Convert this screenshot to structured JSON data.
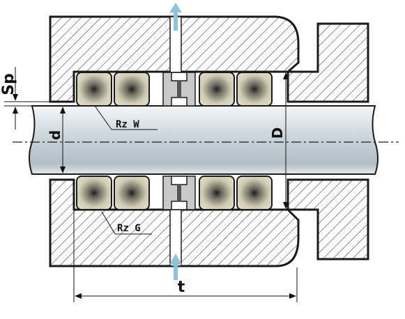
{
  "labels": {
    "sp": "Sp",
    "d": "d",
    "D": "D",
    "t": "t",
    "rz_w": "Rz W",
    "rz_g": "Rz G"
  },
  "colors": {
    "housing_fill": "#ffffff",
    "hatch": "#333333",
    "outline": "#1a1a1a",
    "packing_ring": "#d6d2bd",
    "packing_center": "#2a2a2a",
    "shaft_top": "#eef3f6",
    "shaft_mid": "#b9c6cf",
    "shaft_bottom": "#e7edf1",
    "flow_arrow": "#8fc3dc",
    "lantern_ring": "#c9c9c9"
  },
  "icons": {
    "flow_in": "arrow-up-icon",
    "flow_out": "arrow-up-icon"
  }
}
